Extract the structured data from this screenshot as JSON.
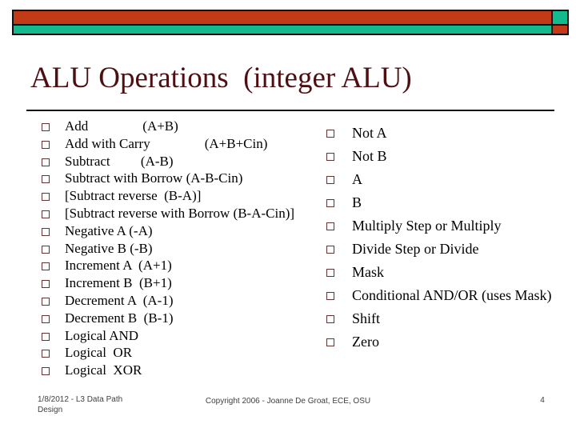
{
  "header": {
    "bars": {
      "red_color": "#C33B16",
      "teal_color": "#12BA8D",
      "border_color": "#111111"
    }
  },
  "slide": {
    "title": "ALU Operations  (integer ALU)",
    "title_color": "#4D0F12",
    "bullet_color": "#663333",
    "text_color": "#000000"
  },
  "lists": {
    "left": {
      "items": [
        "Add                (A+B)",
        "Add with Carry                (A+B+Cin)",
        "Subtract         (A-B)",
        "Subtract with Borrow (A-B-Cin)",
        "[Subtract reverse  (B-A)]",
        "[Subtract reverse with Borrow (B-A-Cin)]",
        "Negative A (-A)",
        "Negative B (-B)",
        "Increment A  (A+1)",
        "Increment B  (B+1)",
        "Decrement A  (A-1)",
        "Decrement B  (B-1)",
        "Logical AND",
        "Logical  OR",
        "Logical  XOR"
      ]
    },
    "right": {
      "items": [
        "Not A",
        "Not B",
        "A",
        "B",
        "Multiply Step or Multiply",
        "Divide Step or Divide",
        "Mask",
        "Conditional AND/OR (uses Mask)",
        "Shift",
        "Zero"
      ]
    }
  },
  "footer": {
    "date_lesson": "1/8/2012 - L3 Data Path Design",
    "copyright": "Copyright 2006 - Joanne De Groat, ECE, OSU",
    "page_number": "4"
  }
}
